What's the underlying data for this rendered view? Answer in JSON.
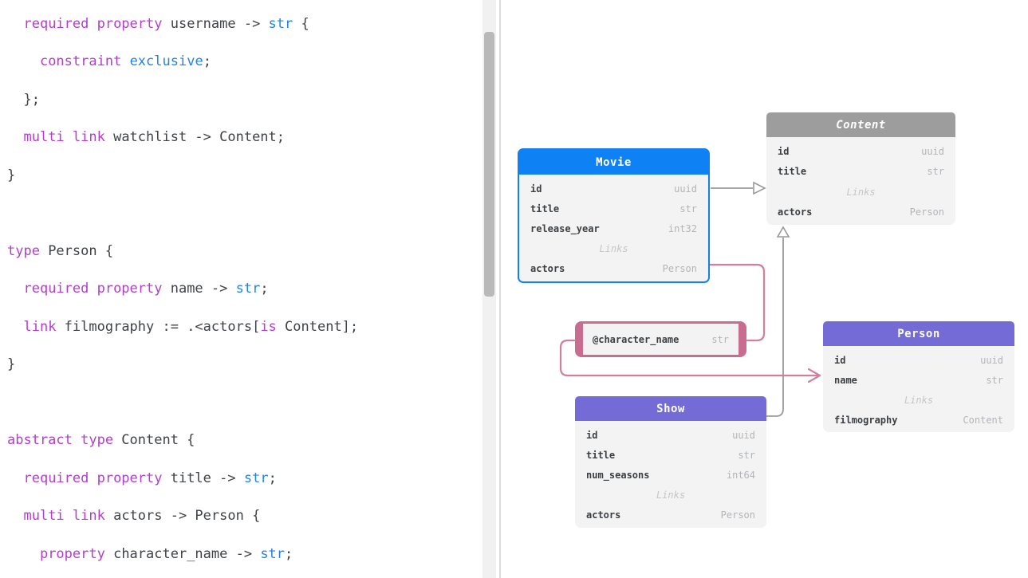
{
  "colors": {
    "keyword": "#b13fcb",
    "builtin_type": "#2383e2",
    "code_text": "#3f4246",
    "movie_header": "#0e82f4",
    "abstract_header": "#9d9d9d",
    "object_header": "#746bd6",
    "link_pink": "#d0809c",
    "annotation_border": "#c96d90",
    "inherit_gray": "#9a9a9a"
  },
  "code_panel": {
    "lines": [
      [
        {
          "k": "p",
          "t": "  "
        },
        {
          "k": "kw",
          "t": "required property"
        },
        {
          "k": "p",
          "t": " username -> "
        },
        {
          "k": "ty",
          "t": "str"
        },
        {
          "k": "p",
          "t": " {"
        }
      ],
      [
        {
          "k": "p",
          "t": "    "
        },
        {
          "k": "kw",
          "t": "constraint"
        },
        {
          "k": "p",
          "t": " "
        },
        {
          "k": "ty",
          "t": "exclusive"
        },
        {
          "k": "p",
          "t": ";"
        }
      ],
      [
        {
          "k": "p",
          "t": "  };"
        }
      ],
      [
        {
          "k": "p",
          "t": "  "
        },
        {
          "k": "kw",
          "t": "multi link"
        },
        {
          "k": "p",
          "t": " watchlist -> Content;"
        }
      ],
      [
        {
          "k": "p",
          "t": "}"
        }
      ],
      [],
      [
        {
          "k": "kw",
          "t": "type"
        },
        {
          "k": "p",
          "t": " Person {"
        }
      ],
      [
        {
          "k": "p",
          "t": "  "
        },
        {
          "k": "kw",
          "t": "required property"
        },
        {
          "k": "p",
          "t": " name -> "
        },
        {
          "k": "ty",
          "t": "str"
        },
        {
          "k": "p",
          "t": ";"
        }
      ],
      [
        {
          "k": "p",
          "t": "  "
        },
        {
          "k": "kw",
          "t": "link"
        },
        {
          "k": "p",
          "t": " filmography := .<actors["
        },
        {
          "k": "kw",
          "t": "is"
        },
        {
          "k": "p",
          "t": " Content];"
        }
      ],
      [
        {
          "k": "p",
          "t": "}"
        }
      ],
      [],
      [
        {
          "k": "kw",
          "t": "abstract type"
        },
        {
          "k": "p",
          "t": " Content {"
        }
      ],
      [
        {
          "k": "p",
          "t": "  "
        },
        {
          "k": "kw",
          "t": "required property"
        },
        {
          "k": "p",
          "t": " title -> "
        },
        {
          "k": "ty",
          "t": "str"
        },
        {
          "k": "p",
          "t": ";"
        }
      ],
      [
        {
          "k": "p",
          "t": "  "
        },
        {
          "k": "kw",
          "t": "multi link"
        },
        {
          "k": "p",
          "t": " actors -> Person {"
        }
      ],
      [
        {
          "k": "p",
          "t": "    "
        },
        {
          "k": "kw",
          "t": "property"
        },
        {
          "k": "p",
          "t": " character_name -> "
        },
        {
          "k": "ty",
          "t": "str"
        },
        {
          "k": "p",
          "t": ";"
        }
      ]
    ]
  },
  "diagram": {
    "entities": [
      {
        "id": "movie",
        "title": "Movie",
        "header_color": "#0e82f4",
        "abstract": false,
        "links_label": "Links",
        "properties": [
          {
            "name": "id",
            "type": "uuid"
          },
          {
            "name": "title",
            "type": "str"
          },
          {
            "name": "release_year",
            "type": "int32"
          }
        ],
        "links": [
          {
            "name": "actors",
            "type": "Person"
          }
        ]
      },
      {
        "id": "content",
        "title": "Content",
        "header_color": "#9d9d9d",
        "abstract": true,
        "links_label": "Links",
        "properties": [
          {
            "name": "id",
            "type": "uuid"
          },
          {
            "name": "title",
            "type": "str"
          }
        ],
        "links": [
          {
            "name": "actors",
            "type": "Person"
          }
        ]
      },
      {
        "id": "person",
        "title": "Person",
        "header_color": "#746bd6",
        "abstract": false,
        "links_label": "Links",
        "properties": [
          {
            "name": "id",
            "type": "uuid"
          },
          {
            "name": "name",
            "type": "str"
          }
        ],
        "links": [
          {
            "name": "filmography",
            "type": "Content"
          }
        ]
      },
      {
        "id": "show",
        "title": "Show",
        "header_color": "#746bd6",
        "abstract": false,
        "links_label": "Links",
        "properties": [
          {
            "name": "id",
            "type": "uuid"
          },
          {
            "name": "title",
            "type": "str"
          },
          {
            "name": "num_seasons",
            "type": "int64"
          }
        ],
        "links": [
          {
            "name": "actors",
            "type": "Person"
          }
        ]
      }
    ],
    "annotation": {
      "name": "@character_name",
      "type": "str"
    }
  }
}
